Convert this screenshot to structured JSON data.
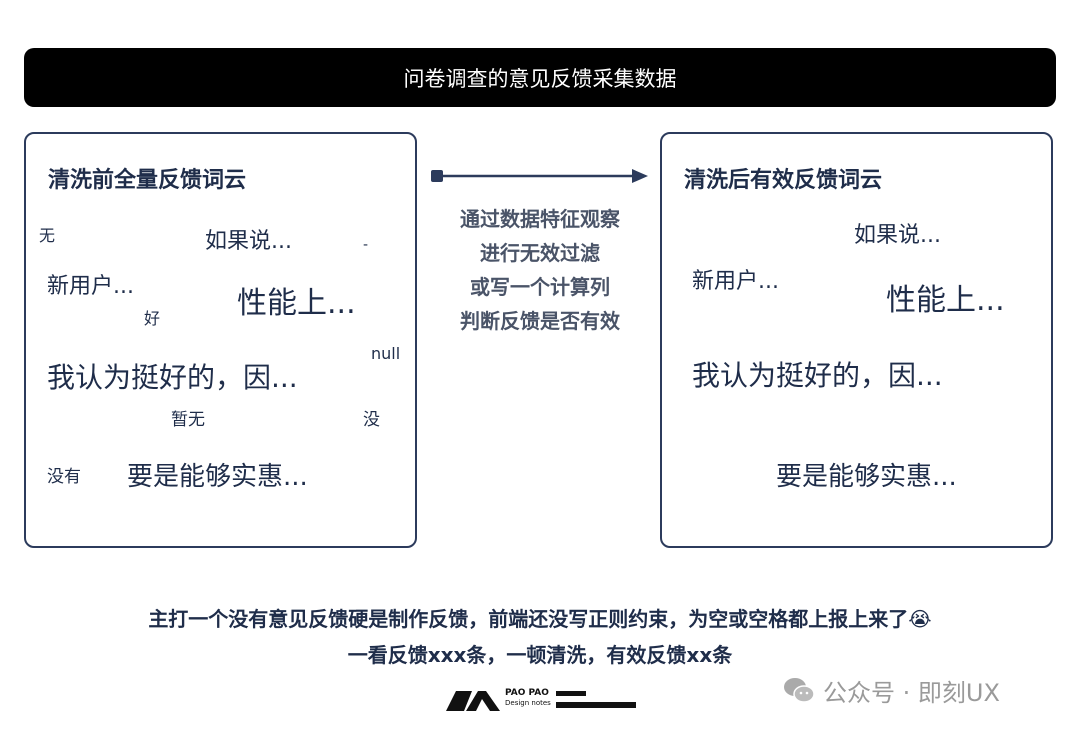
{
  "title": "问卷调查的意见反馈采集数据",
  "left_card": {
    "title": "清洗前全量反馈词云",
    "words": [
      "无",
      "如果说...",
      "-",
      "新用户...",
      "好",
      "性能上...",
      "null",
      "我认为挺好的，因...",
      "暂无",
      "没",
      "没有",
      "要是能够实惠..."
    ]
  },
  "right_card": {
    "title": "清洗后有效反馈词云",
    "words": [
      "如果说...",
      "新用户...",
      "性能上...",
      "我认为挺好的，因...",
      "要是能够实惠..."
    ]
  },
  "middle": {
    "lines": [
      "通过数据特征观察",
      "进行无效过滤",
      "或写一个计算列",
      "判断反馈是否有效"
    ]
  },
  "bottom": {
    "line1": "主打一个没有意见反馈硬是制作反馈，前端还没写正则约束，为空或空格都上报上来了😭",
    "line2": "一看反馈xxx条，一顿清洗，有效反馈xx条"
  },
  "logo": {
    "line1": "PAO PAO",
    "line2": "Design notes"
  },
  "watermark": "公众号 · 即刻UX",
  "colors": {
    "navy": "#1f2d4a",
    "title_bg": "#000000",
    "muted": "#4a5468"
  }
}
